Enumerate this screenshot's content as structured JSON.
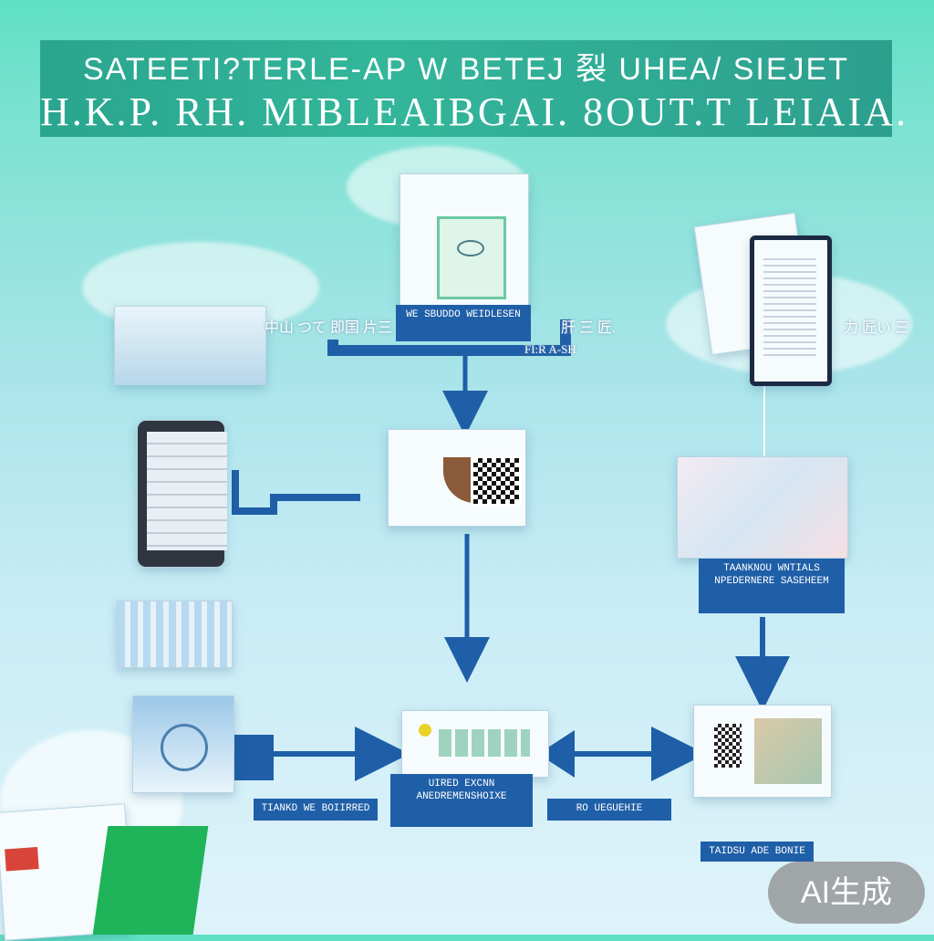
{
  "title": {
    "line1": "SATEETI?TERLE-AP W BETEJ 裂 UHEA/ SIEJET",
    "line2": "H.K.P. RH. MIBLEAIBGAI. 8OUT.T LEIAIA."
  },
  "nodes": {
    "top_center_label": "WE SBUDDO WEIDLESEN",
    "right_mid_label": "TAANKNOU WNTIALS NPEDERNERE SASEHEEM",
    "bottom_center_label": "UIRED EXCNN ANEDREMENSHOIXE",
    "bottom_left_label": "TIANKD WE BOIIRRED",
    "bottom_mid_label": "RO UEGUEHIE",
    "bottom_right_label": "TAIDSU ADE BONIE"
  },
  "flow_texts": {
    "left": "中山 つて 即国 片三",
    "right_a": "肝 三 匠.",
    "right_b": "FI:R A-SH",
    "far_right": "力 匠い 三"
  },
  "watermark": "AI生成",
  "colors": {
    "banner": "#2aa58e",
    "arrow": "#1f5fa8",
    "label": "#1f5fa8"
  }
}
